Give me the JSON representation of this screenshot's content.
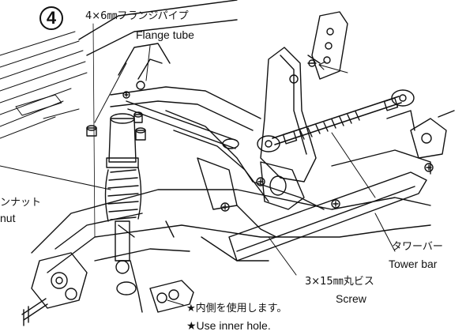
{
  "step": {
    "number": "4"
  },
  "labels": {
    "flange_jp": "4×6㎜フランジパイプ",
    "flange_en": "Flange tube",
    "nut_jp": "ンナット",
    "nut_en": "nut",
    "tower_jp": "タワーバー",
    "tower_en": "Tower bar",
    "screw_jp": "3×15㎜丸ビス",
    "screw_en": "Screw",
    "note_jp": "★内側を使用します。",
    "note_en": "★Use inner hole."
  }
}
